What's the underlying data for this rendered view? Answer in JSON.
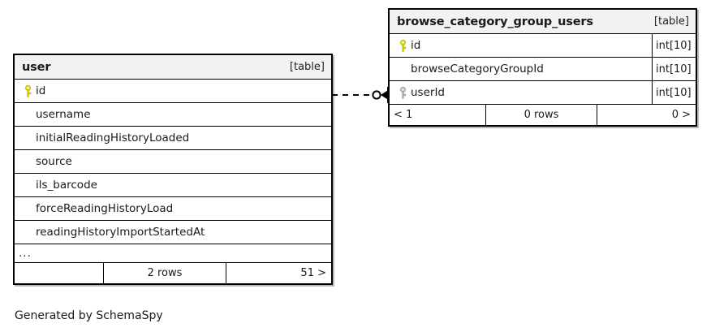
{
  "canvas": {
    "background": "#ffffff",
    "line_color": "#000000",
    "header_fill": "#f2f2f2",
    "pk_key_color": "#e8e800",
    "fk_key_color": "#b3b3b3"
  },
  "caption": {
    "text": "Generated by SchemaSpy"
  },
  "tables": [
    {
      "id": "user",
      "title": "user",
      "tag": "[table]",
      "columns": [
        {
          "name": "id",
          "key": "primary",
          "type": ""
        },
        {
          "name": "username",
          "key": "none",
          "type": ""
        },
        {
          "name": "initialReadingHistoryLoaded",
          "key": "none",
          "type": ""
        },
        {
          "name": "source",
          "key": "none",
          "type": ""
        },
        {
          "name": "ils_barcode",
          "key": "none",
          "type": ""
        },
        {
          "name": "forceReadingHistoryLoad",
          "key": "none",
          "type": ""
        },
        {
          "name": "readingHistoryImportStartedAt",
          "key": "none",
          "type": ""
        }
      ],
      "more_indicator": "...",
      "footer": {
        "left": "",
        "middle": "2 rows",
        "right": "51 >"
      }
    },
    {
      "id": "browse_category_group_users",
      "title": "browse_category_group_users",
      "tag": "[table]",
      "columns": [
        {
          "name": "id",
          "key": "primary",
          "type": "int[10]"
        },
        {
          "name": "browseCategoryGroupId",
          "key": "none",
          "type": "int[10]"
        },
        {
          "name": "userId",
          "key": "foreign",
          "type": "int[10]"
        }
      ],
      "footer": {
        "left": "< 1",
        "middle": "0 rows",
        "right": "0 >"
      }
    }
  ],
  "relationships": [
    {
      "id": "user-id-to-bcgu-userid",
      "from_table": "user",
      "from_column": "id",
      "to_table": "browse_category_group_users",
      "to_column": "userId",
      "line_style": "dashed",
      "source_marker": "none",
      "target_marker": "circle-crowsfoot"
    }
  ],
  "icons": {
    "primary_key": "key-icon",
    "foreign_key": "key-icon"
  }
}
